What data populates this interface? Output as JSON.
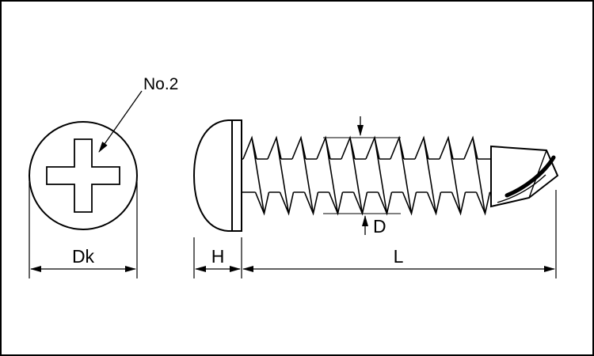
{
  "drawing": {
    "background": "#ffffff",
    "line_color": "#000000",
    "labels": {
      "recess_size": "No.2",
      "head_diameter": "Dk",
      "thread_diameter": "D",
      "head_height": "H",
      "length": "L"
    }
  }
}
